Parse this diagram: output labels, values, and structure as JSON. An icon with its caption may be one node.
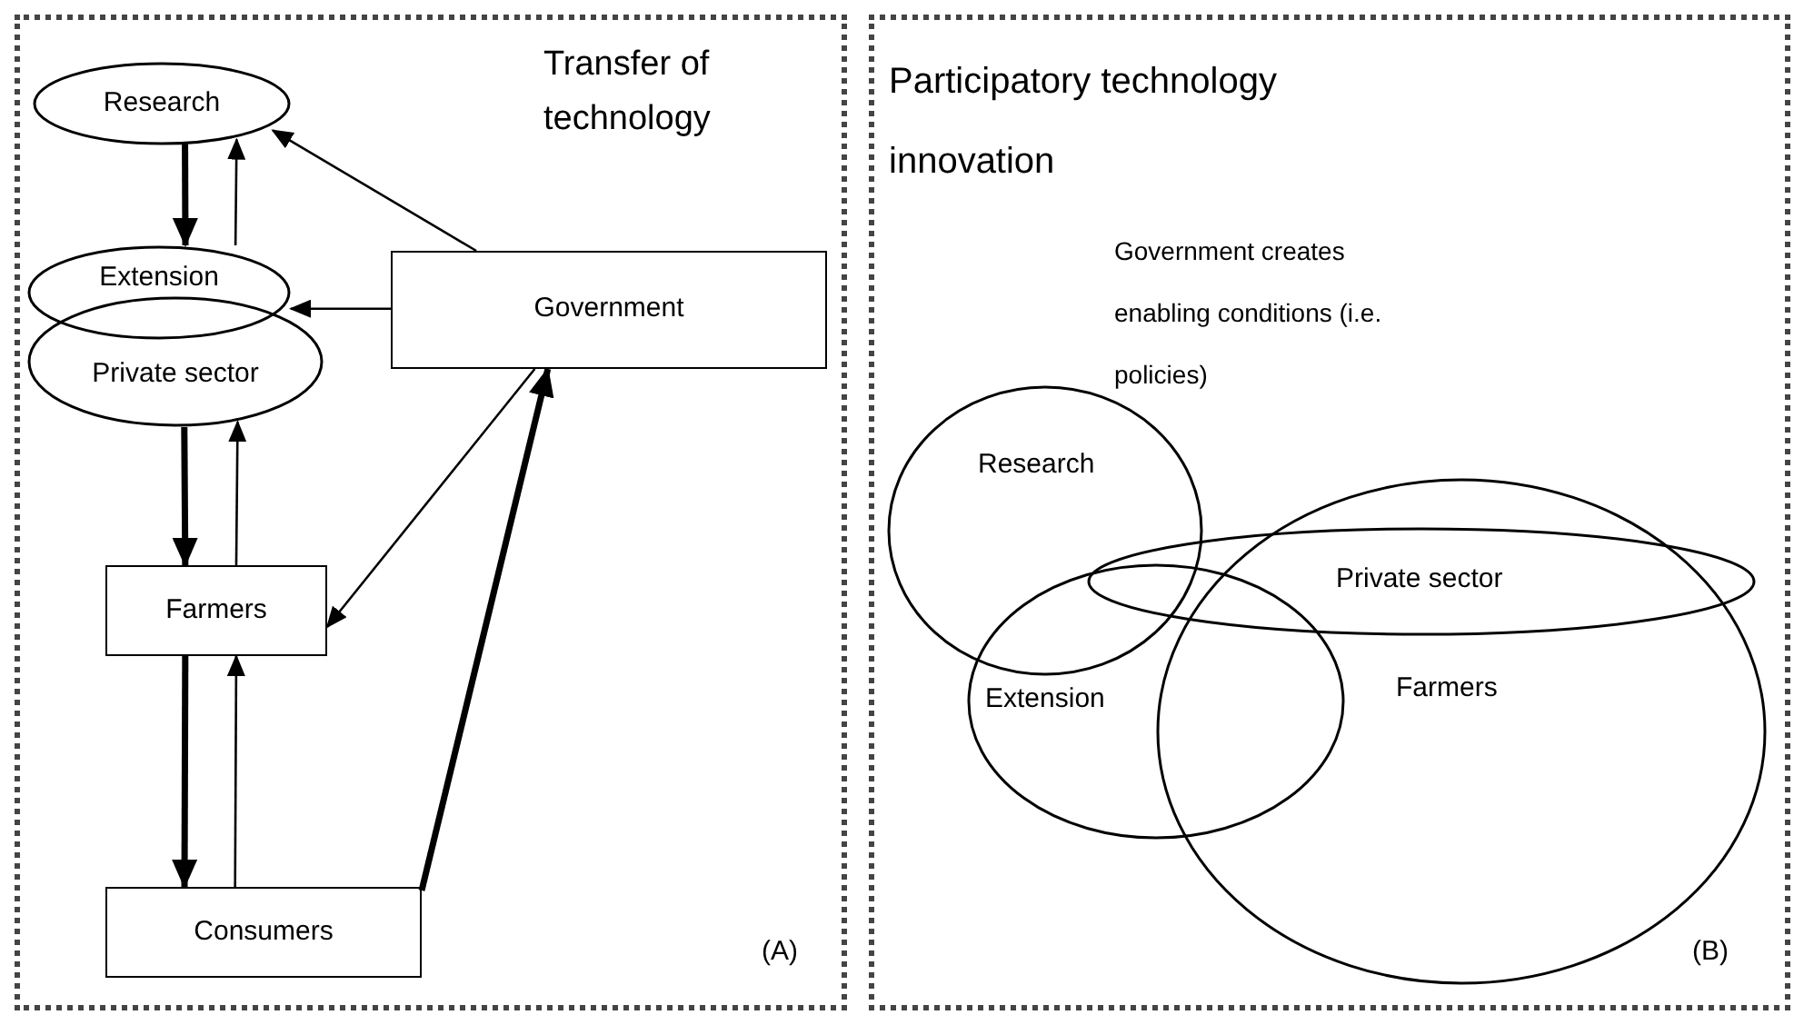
{
  "diagram": {
    "nodes": [
      {
        "text": [
          "Transfer of technology",
          "(A)"
        ]
      },
      {
        "text": [
          "Research"
        ],
        "in": 0
      },
      {
        "text": [
          "Extension"
        ],
        "in": 0
      },
      {
        "text": [
          "Private sector"
        ],
        "in": 0
      },
      {
        "text": [
          "Government"
        ],
        "in": 0
      },
      {
        "text": [
          "Farmers"
        ],
        "in": 0
      },
      {
        "text": [
          "Consumers"
        ],
        "in": 0
      },
      {
        "text": [
          "Participatory technology innovation",
          "Government creates enabling conditions (i.e. policies)",
          "(B)"
        ]
      },
      {
        "text": [
          "Research"
        ],
        "in": 7
      },
      {
        "text": [
          "Private sector"
        ],
        "in": 7
      },
      {
        "text": [
          "Extension"
        ],
        "in": 7
      },
      {
        "text": [
          "Farmers"
        ],
        "in": 7
      }
    ],
    "edges": [
      {
        "from": 1,
        "to": 2,
        "arrow": "to",
        "style": "thick"
      },
      {
        "from": 2,
        "to": 1,
        "arrow": "to"
      },
      {
        "from": 4,
        "to": 1,
        "arrow": "to"
      },
      {
        "from": 4,
        "to": 2,
        "arrow": "to"
      },
      {
        "from": 4,
        "to": 5,
        "arrow": "to"
      },
      {
        "from": 3,
        "to": 5,
        "arrow": "to",
        "style": "thick"
      },
      {
        "from": 5,
        "to": 3,
        "arrow": "to"
      },
      {
        "from": 5,
        "to": 6,
        "arrow": "to",
        "style": "thick"
      },
      {
        "from": 6,
        "to": 5,
        "arrow": "to"
      },
      {
        "from": 6,
        "to": 4,
        "arrow": "to",
        "style": "thick"
      }
    ]
  }
}
